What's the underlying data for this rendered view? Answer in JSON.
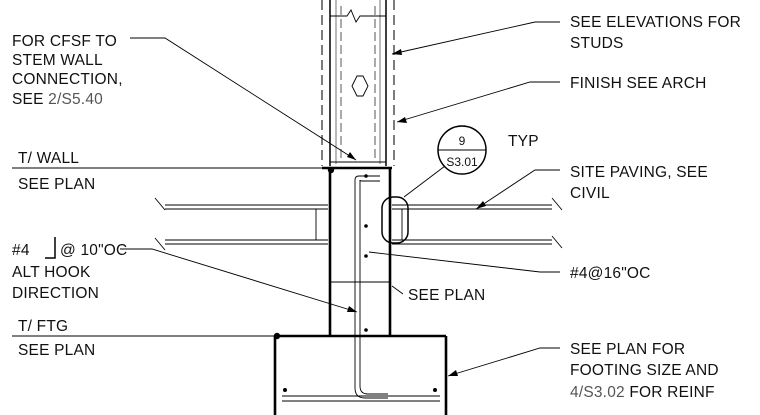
{
  "notes": {
    "cfsf_line1": "FOR CFSF TO",
    "cfsf_line2": "STEM WALL",
    "cfsf_line3": "CONNECTION,",
    "cfsf_see": "SEE ",
    "cfsf_ref": "2/S5.40",
    "tw_line1": "T/ WALL",
    "tw_line2": "SEE PLAN",
    "hook_bar": "#4",
    "hook_spacing": "@ 10\"OC",
    "hook_line2": "ALT HOOK",
    "hook_line3": "DIRECTION",
    "tf_line1": "T/ FTG",
    "tf_line2": "SEE PLAN",
    "elev_line1": "SEE ELEVATIONS FOR",
    "elev_line2": "STUDS",
    "finish": "FINISH SEE ARCH",
    "typ": "TYP",
    "paving_line1": "SITE PAVING, SEE",
    "paving_line2": "CIVIL",
    "vert_bars": "#4@16\"OC",
    "see_plan_mid": "SEE PLAN",
    "ftg_line1": "SEE PLAN FOR",
    "ftg_line2": "FOOTING SIZE AND",
    "ftg_ref": "4/S3.02",
    "ftg_reinf": " FOR REINF"
  },
  "detail_tag": {
    "number": "9",
    "sheet": "S3.01"
  }
}
